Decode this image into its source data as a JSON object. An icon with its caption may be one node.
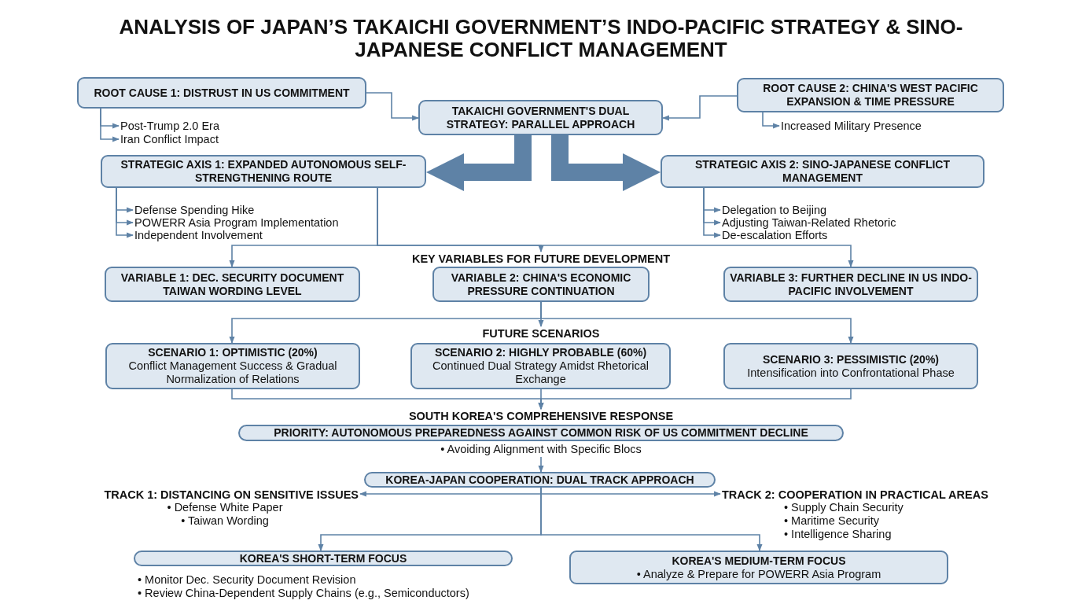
{
  "diagram": {
    "title": "ANALYSIS OF JAPAN’S TAKAICHI GOVERNMENT’S INDO-PACIFIC STRATEGY & SINO-JAPANESE CONFLICT MANAGEMENT",
    "nodes": [
      {
        "text": [
          "ROOT CAUSE 1: DISTRUST IN US COMMITMENT"
        ]
      },
      {
        "text": [
          "Post-Trump 2.0 Era"
        ]
      },
      {
        "text": [
          "Iran Conflict Impact"
        ]
      },
      {
        "text": [
          "TAKAICHI GOVERNMENT'S DUAL STRATEGY: PARALLEL APPROACH"
        ]
      },
      {
        "text": [
          "ROOT CAUSE 2: CHINA'S WEST PACIFIC EXPANSION & TIME PRESSURE"
        ]
      },
      {
        "text": [
          "Increased Military Presence"
        ]
      },
      {
        "text": [
          "STRATEGIC AXIS 1: EXPANDED AUTONOMOUS SELF-STRENGTHENING ROUTE"
        ]
      },
      {
        "text": [
          "Defense Spending Hike"
        ]
      },
      {
        "text": [
          "POWERR Asia Program Implementation"
        ]
      },
      {
        "text": [
          "Independent Involvement"
        ]
      },
      {
        "text": [
          "STRATEGIC AXIS 2: SINO-JAPANESE CONFLICT MANAGEMENT"
        ]
      },
      {
        "text": [
          "Delegation to Beijing"
        ]
      },
      {
        "text": [
          "Adjusting Taiwan-Related Rhetoric"
        ]
      },
      {
        "text": [
          "De-escalation Efforts"
        ]
      },
      {
        "text": [
          "KEY VARIABLES FOR FUTURE DEVELOPMENT"
        ]
      },
      {
        "text": [
          "VARIABLE 1: DEC. SECURITY DOCUMENT TAIWAN WORDING LEVEL"
        ]
      },
      {
        "text": [
          "VARIABLE 2: CHINA'S ECONOMIC PRESSURE CONTINUATION"
        ]
      },
      {
        "text": [
          "VARIABLE 3: FURTHER DECLINE IN US INDO-PACIFIC INVOLVEMENT"
        ]
      },
      {
        "text": [
          "FUTURE SCENARIOS"
        ]
      },
      {
        "text": [
          "SCENARIO 1: OPTIMISTIC (20%)",
          "Conflict Management Success & Gradual Normalization of Relations"
        ]
      },
      {
        "text": [
          "SCENARIO 2: HIGHLY PROBABLE (60%)",
          "Continued Dual Strategy Amidst Rhetorical Exchange"
        ]
      },
      {
        "text": [
          "SCENARIO 3: PESSIMISTIC (20%)",
          "Intensification into Confrontational Phase"
        ]
      },
      {
        "text": [
          "SOUTH KOREA'S COMPREHENSIVE RESPONSE"
        ]
      },
      {
        "text": [
          "PRIORITY: AUTONOMOUS PREPAREDNESS AGAINST COMMON RISK OF US COMMITMENT DECLINE"
        ],
        "beside": [
          "• Avoiding Alignment with Specific Blocs"
        ]
      },
      {
        "text": [
          "KOREA-JAPAN COOPERATION: DUAL TRACK APPROACH"
        ]
      },
      {
        "text": [
          "TRACK 1: DISTANCING ON SENSITIVE ISSUES"
        ],
        "beside": [
          "• Defense White Paper",
          "• Taiwan Wording"
        ]
      },
      {
        "text": [
          "TRACK 2: COOPERATION IN PRACTICAL AREAS"
        ],
        "beside": [
          "• Supply Chain Security",
          "• Maritime Security",
          "• Intelligence Sharing"
        ]
      },
      {
        "text": [
          "KOREA'S SHORT-TERM FOCUS"
        ],
        "beside": [
          "• Monitor Dec. Security Document Revision",
          "• Review China-Dependent Supply Chains (e.g., Semiconductors)"
        ]
      },
      {
        "text": [
          "KOREA'S MEDIUM-TERM FOCUS",
          "• Analyze & Prepare for POWERR Asia Program"
        ]
      }
    ],
    "edges": [
      {
        "from": 0,
        "to": 3,
        "arrow": "to"
      },
      {
        "from": 4,
        "to": 3,
        "arrow": "to"
      },
      {
        "from": 0,
        "to": 1,
        "arrow": "to"
      },
      {
        "from": 0,
        "to": 2,
        "arrow": "to"
      },
      {
        "from": 4,
        "to": 5,
        "arrow": "to"
      },
      {
        "from": 3,
        "to": 6,
        "arrow": "to",
        "style": "thick"
      },
      {
        "from": 3,
        "to": 10,
        "arrow": "to",
        "style": "thick"
      },
      {
        "from": 6,
        "to": 7,
        "arrow": "to"
      },
      {
        "from": 6,
        "to": 8,
        "arrow": "to"
      },
      {
        "from": 6,
        "to": 9,
        "arrow": "to"
      },
      {
        "from": 10,
        "to": 11,
        "arrow": "to"
      },
      {
        "from": 10,
        "to": 12,
        "arrow": "to"
      },
      {
        "from": 10,
        "to": 13,
        "arrow": "to"
      },
      {
        "from": 6,
        "to": 15,
        "arrow": "to"
      },
      {
        "from": 6,
        "to": 14,
        "arrow": "to"
      },
      {
        "from": 6,
        "to": 17,
        "arrow": "to"
      },
      {
        "from": 16,
        "to": 19,
        "arrow": "to"
      },
      {
        "from": 16,
        "to": 18,
        "arrow": "to"
      },
      {
        "from": 16,
        "to": 21,
        "arrow": "to"
      },
      {
        "from": 19,
        "to": 22,
        "arrow": "to"
      },
      {
        "from": 20,
        "to": 22,
        "arrow": "to"
      },
      {
        "from": 21,
        "to": 22,
        "arrow": "to"
      },
      {
        "from": 23,
        "to": 24,
        "arrow": "to"
      },
      {
        "from": 24,
        "to": 25,
        "arrow": "to"
      },
      {
        "from": 24,
        "to": 26,
        "arrow": "to"
      },
      {
        "from": 24,
        "to": 27,
        "arrow": "to"
      },
      {
        "from": 24,
        "to": 28,
        "arrow": "to"
      }
    ]
  }
}
